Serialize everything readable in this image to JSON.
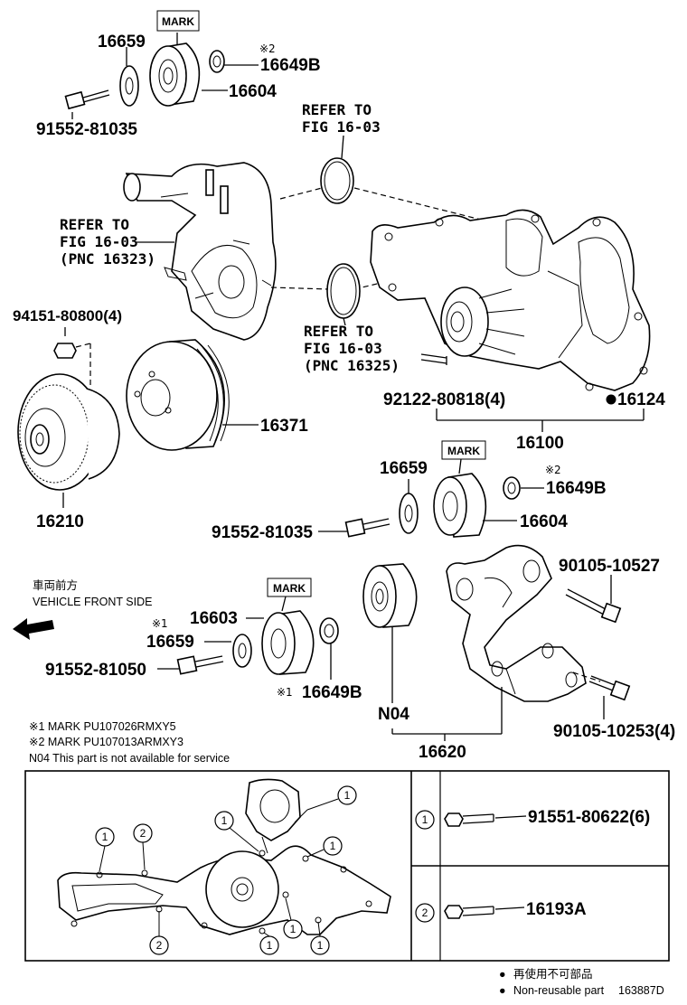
{
  "parts": {
    "p16659_top": "16659",
    "p16649b_top": "16649B",
    "p16604_top": "16604",
    "p91552_81035_top": "91552-81035",
    "p94151": "94151-80800(4)",
    "p16371": "16371",
    "p16210": "16210",
    "p92122": "92122-80818(4)",
    "p16124": "16124",
    "p16100": "16100",
    "p16659_mid": "16659",
    "p16649b_mid": "16649B",
    "p16604_mid": "16604",
    "p91552_81035_mid": "91552-81035",
    "p90105_10527": "90105-10527",
    "p16603": "16603",
    "p16659_low": "16659",
    "p91552_81050": "91552-81050",
    "p16649b_low": "16649B",
    "pN04": "N04",
    "p16620": "16620",
    "p90105_10253": "90105-10253(4)",
    "p91551": "91551-80622(6)",
    "p16193a": "16193A"
  },
  "mark_label": "MARK",
  "notes": {
    "star2": "※2",
    "star1": "※1",
    "refer_a_1": "REFER TO",
    "refer_a_2": "FIG 16-03",
    "refer_b_1": "REFER TO",
    "refer_b_2": "FIG 16-03",
    "refer_b_3": "(PNC 16323)",
    "refer_c_1": "REFER TO",
    "refer_c_2": "FIG 16-03",
    "refer_c_3": "(PNC 16325)",
    "front_jp": "車両前方",
    "front_en": "VEHICLE FRONT SIDE",
    "footnote1": "※1 MARK PU107026RMXY5",
    "footnote2": "※2 MARK PU107013ARMXY3",
    "footnote3": "N04  This part is not available for service"
  },
  "legend": {
    "bullet": "●",
    "jp": "再使用不可部品",
    "en": "Non-reusable part",
    "code": "163887D"
  },
  "callouts": {
    "one": "1",
    "two": "2"
  }
}
